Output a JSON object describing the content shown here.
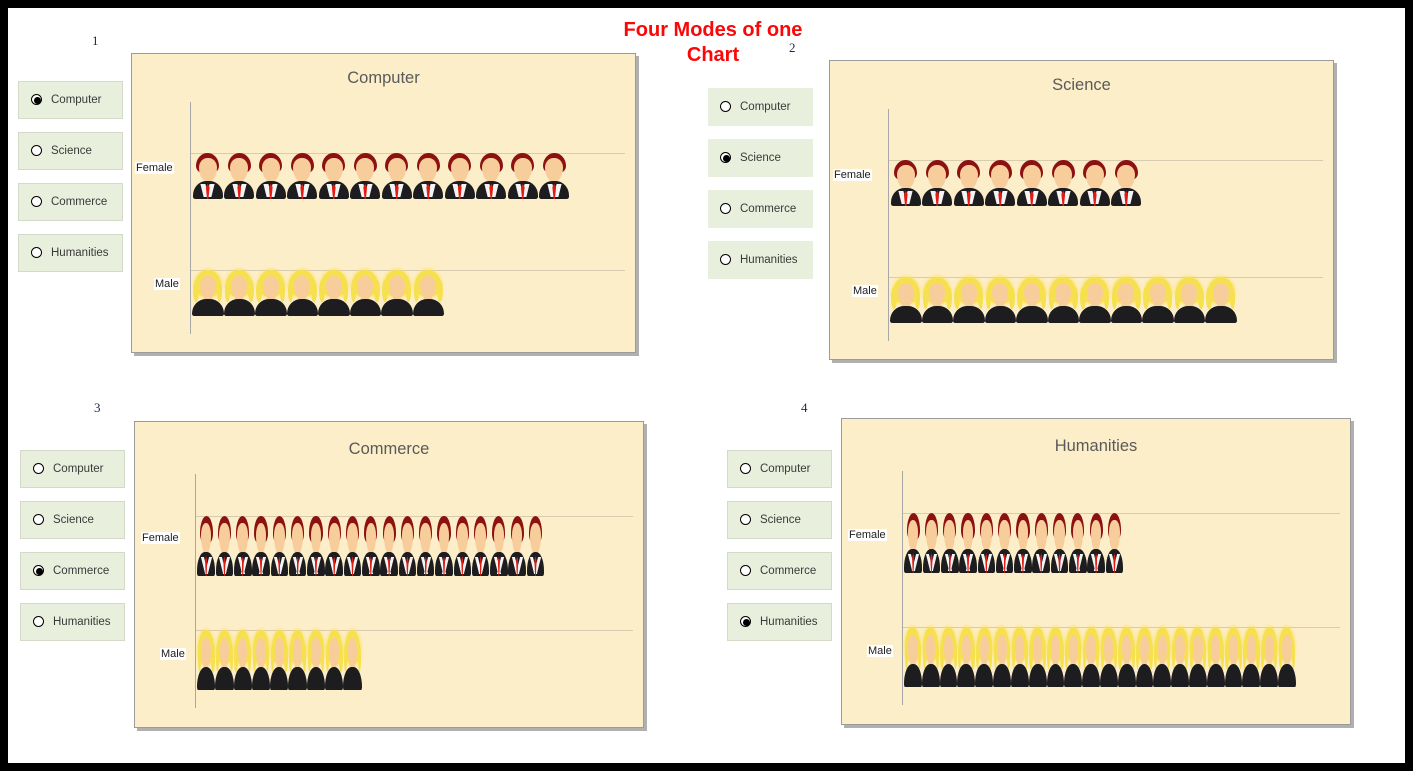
{
  "title": "Four Modes of one Chart",
  "panels": [
    {
      "number": "1",
      "selected": "Computer",
      "chart_title": "Computer",
      "options": [
        "Computer",
        "Science",
        "Commerce",
        "Humanities"
      ],
      "categories": [
        "Female",
        "Male"
      ],
      "values": [
        12,
        8
      ]
    },
    {
      "number": "2",
      "selected": "Science",
      "chart_title": "Science",
      "options": [
        "Computer",
        "Science",
        "Commerce",
        "Humanities"
      ],
      "categories": [
        "Female",
        "Male"
      ],
      "values": [
        8,
        11
      ]
    },
    {
      "number": "3",
      "selected": "Commerce",
      "chart_title": "Commerce",
      "options": [
        "Computer",
        "Science",
        "Commerce",
        "Humanities"
      ],
      "categories": [
        "Female",
        "Male"
      ],
      "values": [
        19,
        9
      ]
    },
    {
      "number": "4",
      "selected": "Humanities",
      "chart_title": "Humanities",
      "options": [
        "Computer",
        "Science",
        "Commerce",
        "Humanities"
      ],
      "categories": [
        "Female",
        "Male"
      ],
      "values": [
        12,
        22
      ]
    }
  ],
  "colors": {
    "title": "#fb0707",
    "chart_background": "#fdeeca",
    "chart_border": "#9b9b9b",
    "option_background": "#e9efdd",
    "chart_title_text": "#5a5a5a",
    "female_icon_hair": "#8c1111",
    "female_icon_tie": "#e01b10",
    "male_icon_hair": "#f7e04f",
    "icon_body": "#1d1d1f",
    "page_background": "#ffffff",
    "frame": "#000000"
  },
  "chart_data": {
    "type": "bar",
    "subtype": "pictogram",
    "title": "Four Modes of one Chart",
    "xlabel": "",
    "ylabel": "",
    "categories": [
      "Female",
      "Male"
    ],
    "series": [
      {
        "name": "Computer",
        "values": [
          12,
          8
        ]
      },
      {
        "name": "Science",
        "values": [
          8,
          11
        ]
      },
      {
        "name": "Commerce",
        "values": [
          19,
          9
        ]
      },
      {
        "name": "Humanities",
        "values": [
          12,
          22
        ]
      }
    ],
    "unit": "1 icon = 1 unit",
    "legend": "none",
    "grid": false,
    "notes": "Four small multiples, each showing one selected mode (Computer, Science, Commerce, Humanities) chosen by its radio-button group. Rows are labelled Female (dark-red-hair, suit-and-tie icon) and Male (blonde-hair icon)."
  }
}
